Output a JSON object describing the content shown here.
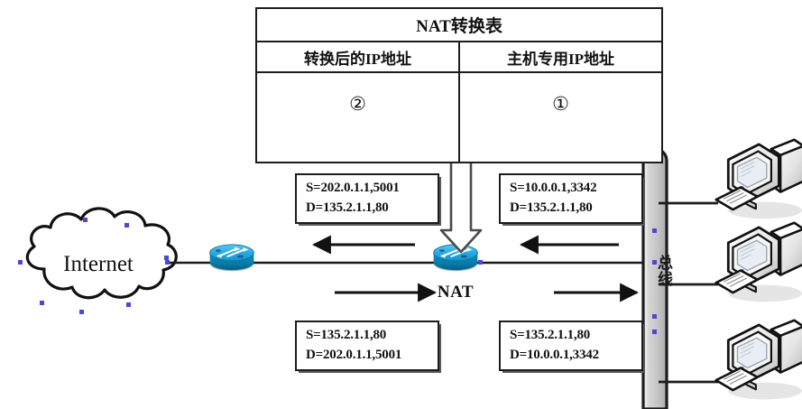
{
  "diagram": {
    "title": "NAT network address translation diagram",
    "colors": {
      "line": "#1c1c1c",
      "router_top": "#35b3e8",
      "router_body": "#0b86b8",
      "router_dark": "#07637f",
      "bus_fill": "#c6c6c6",
      "handle": "#4a4ad0",
      "monitor_light": "#f2f2f2",
      "monitor_shadow": "#8d8d8d"
    }
  },
  "nat_table": {
    "title": "NAT转换表",
    "columns": [
      {
        "header": "转换后的IP地址",
        "value": "②"
      },
      {
        "header": "主机专用IP地址",
        "value": "①"
      }
    ]
  },
  "packets": {
    "outbound_left": {
      "source": "S=202.0.1.1,5001",
      "destination": "D=135.2.1.1,80"
    },
    "outbound_right": {
      "source": "S=10.0.0.1,3342",
      "destination": "D=135.2.1.1,80"
    },
    "inbound_left": {
      "source": "S=135.2.1.1,80",
      "destination": "D=202.0.1.1,5001"
    },
    "inbound_right": {
      "source": "S=135.2.1.1,80",
      "destination": "D=10.0.0.1,3342"
    }
  },
  "nodes": {
    "internet": "Internet",
    "nat_router": "NAT",
    "bus": "总线",
    "hosts": [
      "",
      "",
      ""
    ]
  }
}
